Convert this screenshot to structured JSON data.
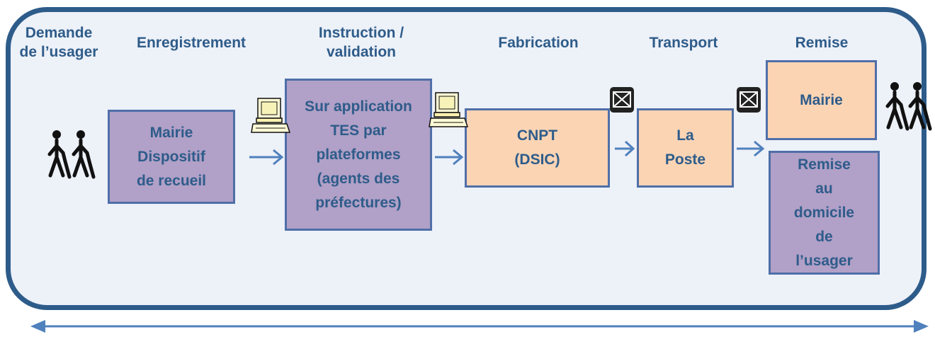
{
  "stages": {
    "demande": "Demande\nde l’usager",
    "enregistrement": "Enregistrement",
    "instruction": "Instruction /\nvalidation",
    "fabrication": "Fabrication",
    "transport": "Transport",
    "remise": "Remise"
  },
  "boxes": {
    "mairie_recueil": "Mairie\nDispositif\nde recueil",
    "application_tes": "Sur application\nTES par\nplateformes\n(agents des\npréfectures)",
    "cnpt": "CNPT\n(DSIC)",
    "la_poste": "La\nPoste",
    "mairie": "Mairie",
    "remise_domicile": "Remise\nau\ndomicile\nde\nl’usager"
  },
  "icons": {
    "people": "hikers-icon",
    "computer": "computer-icon",
    "mail": "envelope-icon"
  },
  "colors": {
    "frame_border": "#2e5c8a",
    "frame_fill": "#edf1f8",
    "text": "#2e5c8a",
    "purple_box": "#b1a0c7",
    "peach_box": "#fbd4b4",
    "box_border": "#4f6fa8",
    "arrow": "#4f81bd"
  }
}
